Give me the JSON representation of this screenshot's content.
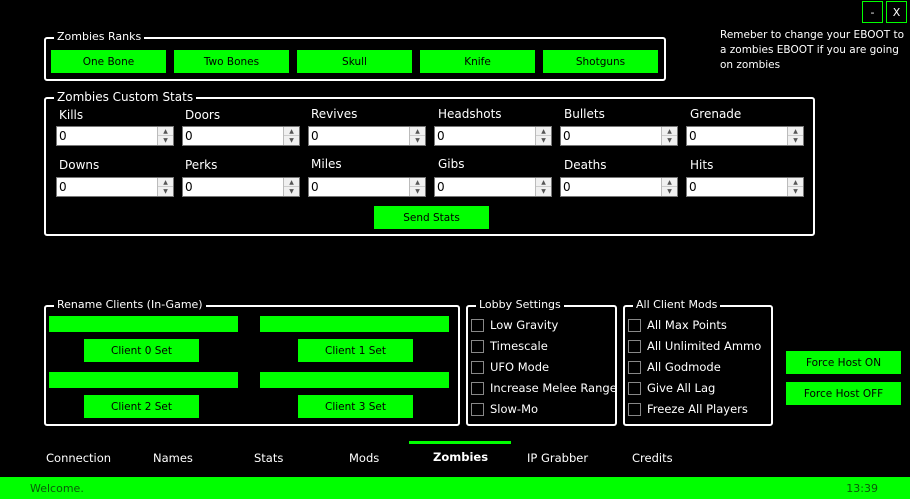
{
  "window": {
    "minimize_label": "-",
    "close_label": "X"
  },
  "note": "Remeber to change your EBOOT to a zombies EBOOT if you are going on zombies",
  "ranks": {
    "title": "Zombies Ranks",
    "buttons": [
      "One Bone",
      "Two Bones",
      "Skull",
      "Knife",
      "Shotguns"
    ]
  },
  "custom_stats": {
    "title": "Zombies Custom Stats",
    "row1": [
      {
        "label": "Kills",
        "value": "0"
      },
      {
        "label": "Doors",
        "value": "0"
      },
      {
        "label": "Revives",
        "value": "0"
      },
      {
        "label": "Headshots",
        "value": "0"
      },
      {
        "label": "Bullets",
        "value": "0"
      },
      {
        "label": "Grenade",
        "value": "0"
      }
    ],
    "row2": [
      {
        "label": "Downs",
        "value": "0"
      },
      {
        "label": "Perks",
        "value": "0"
      },
      {
        "label": "Miles",
        "value": "0"
      },
      {
        "label": "Gibs",
        "value": "0"
      },
      {
        "label": "Deaths",
        "value": "0"
      },
      {
        "label": "Hits",
        "value": "0"
      }
    ],
    "send_label": "Send Stats"
  },
  "rename": {
    "title": "Rename Clients (In-Game)",
    "buttons": [
      "Client 0 Set",
      "Client 1 Set",
      "Client 2 Set",
      "Client 3 Set"
    ]
  },
  "lobby": {
    "title": "Lobby Settings",
    "options": [
      "Low Gravity",
      "Timescale",
      "UFO Mode",
      "Increase Melee Range",
      "Slow-Mo"
    ]
  },
  "all_client": {
    "title": "All Client Mods",
    "options": [
      "All Max Points",
      "All Unlimited Ammo",
      "All Godmode",
      "Give All Lag",
      "Freeze All Players"
    ]
  },
  "force_host": {
    "on_label": "Force Host ON",
    "off_label": "Force Host OFF"
  },
  "tabs": [
    "Connection",
    "Names",
    "Stats",
    "Mods",
    "Zombies",
    "IP Grabber",
    "Credits"
  ],
  "status": {
    "message": "Welcome.",
    "time": "13:39"
  },
  "colors": {
    "accent": "#00ff00",
    "background": "#000000"
  }
}
